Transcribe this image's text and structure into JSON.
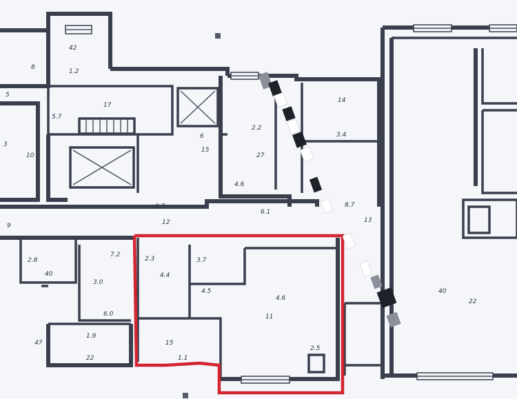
{
  "image": {
    "kind": "floor-plan",
    "background_color": "#f4f6fa",
    "wall_color": "#3a3f4d"
  },
  "highlighted_unit": {
    "outline_color": "#d32430",
    "outline_style": "solid"
  },
  "annotation": {
    "kind": "dashed-diagonal-line",
    "colors": [
      "#1e2128",
      "#ffffff",
      "#8a8f99"
    ]
  },
  "room_labels": {
    "r1": "42",
    "r2": "1.2",
    "r3": "8",
    "r4": "5",
    "r5": "3",
    "r6": "17",
    "r7": "5.7",
    "r8": "10",
    "r9": "6",
    "r10": "15",
    "r11": "2.2",
    "r12": "27",
    "r13": "14",
    "r14": "3.4",
    "r15": "8.7",
    "r16": "13",
    "r17": "2.7",
    "r18": "12",
    "r19": "4.6",
    "r20": "6.1",
    "r21": "9",
    "r22": "2.8",
    "r23": "40",
    "r24": "7.2",
    "r25": "3.0",
    "r26": "6.0",
    "r27": "1.9",
    "r28": "22",
    "r29": "47",
    "r30": "2.3",
    "r31": "4.4",
    "r32": "3.7",
    "r33": "4.5",
    "r34": "4.6",
    "r35": "11",
    "r36": "15",
    "r37": "1.1",
    "r38": "2.5",
    "r39": "40",
    "r40": "22"
  }
}
